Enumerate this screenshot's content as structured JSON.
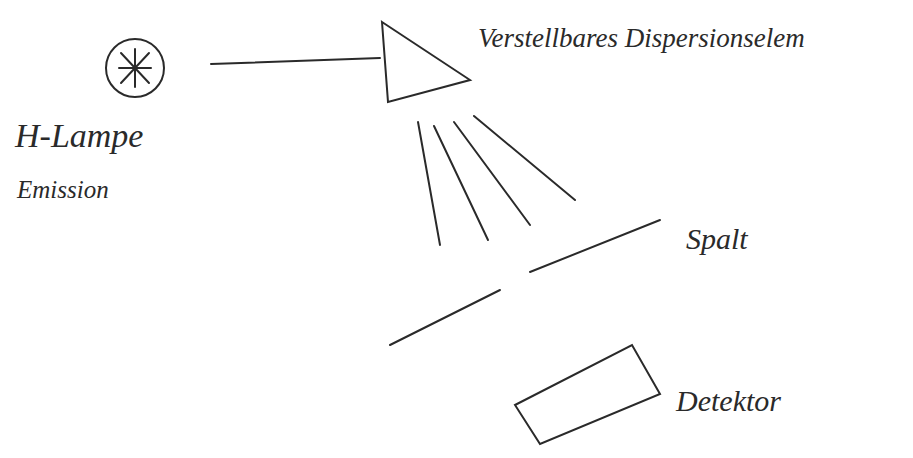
{
  "diagram": {
    "nodes": [
      {
        "text": [
          "H-Lampe",
          "Emission"
        ]
      },
      {
        "text": [
          "Verstellbares Dispersionselem"
        ]
      }
    ],
    "edges": [
      {
        "from": 0,
        "to": 1,
        "arrow": "none"
      }
    ],
    "labels": [
      "Spalt",
      "Detektor"
    ]
  }
}
